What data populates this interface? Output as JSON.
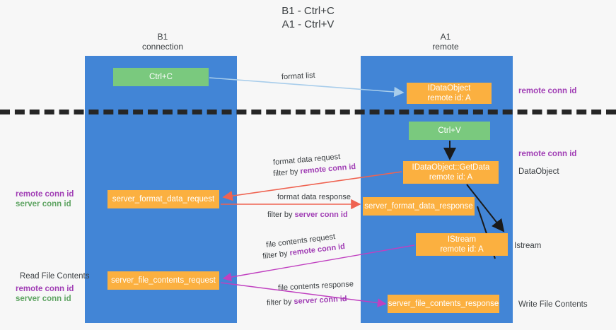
{
  "title": {
    "line1": "B1 - Ctrl+C",
    "line2": "A1 - Ctrl+V"
  },
  "columns": [
    {
      "name": "B1",
      "role": "connection"
    },
    {
      "name": "A1",
      "role": "remote"
    }
  ],
  "nodes": {
    "ctrl_c": {
      "line1": "Ctrl+C",
      "line2": "",
      "color": "#7ac97e"
    },
    "idataobject": {
      "line1": "IDataObject",
      "line2": "remote id: A",
      "color": "#fbb040"
    },
    "ctrl_v": {
      "line1": "Ctrl+V",
      "line2": "",
      "color": "#7ac97e"
    },
    "getdata": {
      "line1": "IDataObject::GetData",
      "line2": "remote id: A",
      "color": "#fbb040"
    },
    "server_format_data_request": {
      "line1": "server_format_data_request",
      "line2": "",
      "color": "#fbb040"
    },
    "server_format_data_response": {
      "line1": "server_format_data_response",
      "line2": "",
      "color": "#fbb040"
    },
    "istream": {
      "line1": "IStream",
      "line2": "remote id: A",
      "color": "#fbb040"
    },
    "server_file_contents_request": {
      "line1": "server_file_contents_request",
      "line2": "",
      "color": "#fbb040"
    },
    "server_file_contents_response": {
      "line1": "server_file_contents_response",
      "line2": "",
      "color": "#fbb040"
    }
  },
  "edge_labels": {
    "format_list": "format list",
    "format_data_request": "format data request",
    "format_data_request_filter_prefix": "filter by ",
    "format_data_request_filter_key": "remote conn id",
    "format_data_response": "format data response",
    "format_data_response_filter_prefix": "filter by ",
    "format_data_response_filter_key": "server conn id",
    "file_contents_request": "file contents request",
    "file_contents_request_filter_prefix": "filter by ",
    "file_contents_request_filter_key": "remote conn id",
    "file_contents_response": "file contents response",
    "file_contents_response_filter_prefix": "filter by ",
    "file_contents_response_filter_key": "server conn id"
  },
  "annotations": {
    "right_remote_conn_id_top": "remote conn id",
    "right_remote_conn_id_mid": "remote conn id",
    "right_dataobject": "DataObject",
    "right_istream": "Istream",
    "right_write_file_contents": "Write File Contents",
    "left_remote_conn_id_mid": "remote conn id",
    "left_server_conn_id_mid": "server conn id",
    "left_read_file_contents": "Read File Contents",
    "left_remote_conn_id_bot": "remote conn id",
    "left_server_conn_id_bot": "server conn id"
  },
  "colors": {
    "lane": "#4285d6",
    "green_node": "#7ac97e",
    "orange_node": "#fbb040",
    "purple_text": "#a13fb5",
    "green_text": "#5fa463",
    "arrow_lightblue": "#a8cdeb",
    "arrow_red": "#ef6351",
    "arrow_magenta": "#c040c0",
    "arrow_black": "#1a1a1a",
    "divider": "#262626",
    "background": "#f7f7f7"
  }
}
